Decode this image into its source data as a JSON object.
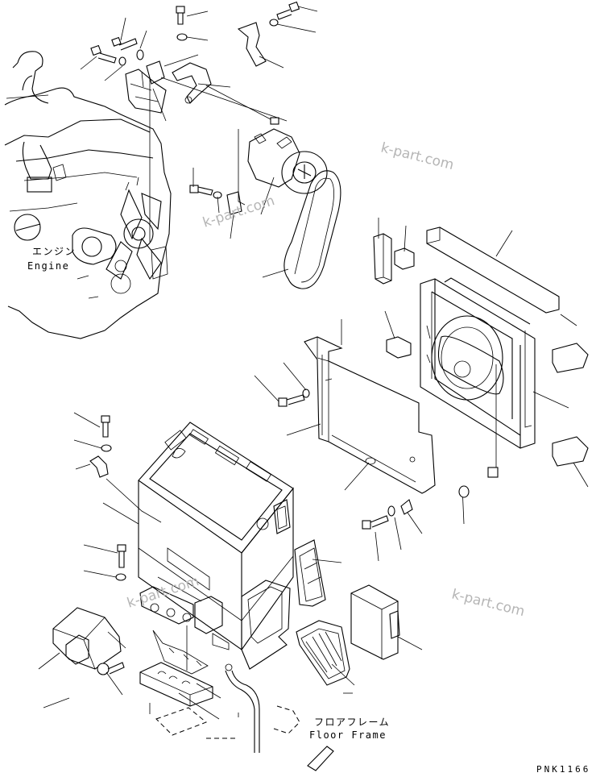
{
  "labels": {
    "engine_jp": "エンジン",
    "engine_en": "Engine",
    "floor_frame_jp": "フロアフレーム",
    "floor_frame_en": "Floor Frame",
    "drawing_code": "PNK1166",
    "watermark": "k-part.com"
  },
  "colors": {
    "ink": "#000000",
    "paper": "#ffffff",
    "watermark": "#b5b5b5"
  }
}
